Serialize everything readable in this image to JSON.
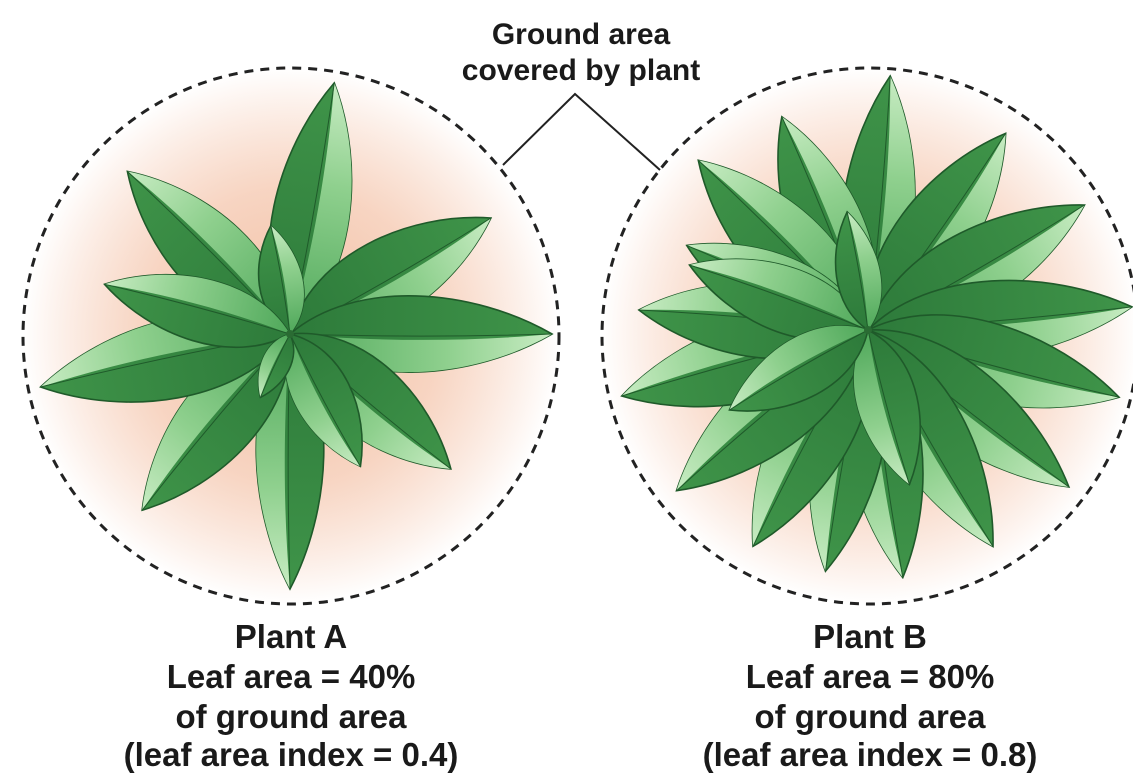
{
  "callout": {
    "line1": "Ground area",
    "line2": "covered by plant"
  },
  "plants": [
    {
      "name": "Plant A",
      "leaf_area_line": "Leaf area = 40%",
      "ground_line": "of ground area",
      "index_line": "(leaf area index = 0.4)",
      "leaf_area_percent": 40,
      "leaf_area_index": 0.4
    },
    {
      "name": "Plant B",
      "leaf_area_line": "Leaf area = 80%",
      "ground_line": "of ground area",
      "index_line": "(leaf area index = 0.8)",
      "leaf_area_percent": 80,
      "leaf_area_index": 0.8
    }
  ],
  "colors": {
    "leaf_dark": "#2e7d3c",
    "leaf_light": "#a8dba4",
    "leaf_mid": "#5fb865",
    "leaf_outline": "#1f5a2a",
    "ground_center": "#f3c9b1",
    "ground_edge": "#ffffff",
    "boundary": "#222222"
  }
}
